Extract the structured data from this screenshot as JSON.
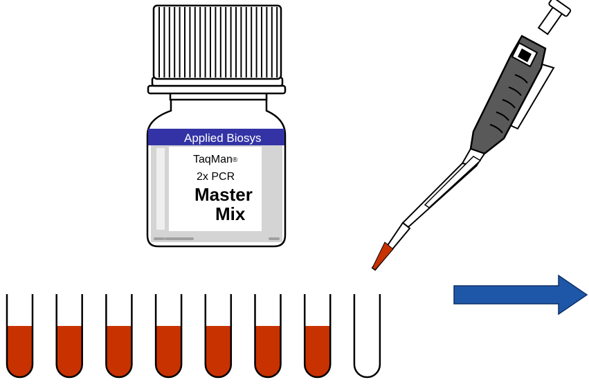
{
  "bottle": {
    "brand": "Applied Biosys",
    "product_line1": "TaqMan",
    "registered_mark": "®",
    "product_line2": "2x PCR",
    "product_line3": "Master",
    "product_line4": "Mix",
    "label_band_color": "#3333a6",
    "cap_color": "#ffffff"
  },
  "tubes": {
    "count": 8,
    "filled": [
      true,
      true,
      true,
      true,
      true,
      true,
      true,
      false
    ],
    "fill_color": "#c83200"
  },
  "pipette": {
    "body_color": "#595959",
    "tip_liquid_color": "#c83200"
  },
  "arrow": {
    "color": "#1f57a8",
    "direction": "right"
  }
}
